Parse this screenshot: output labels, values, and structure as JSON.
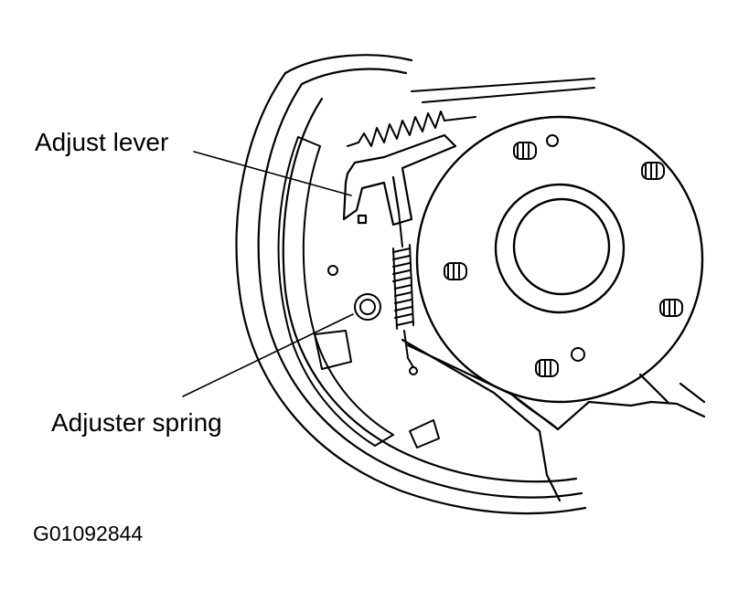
{
  "callouts": {
    "adjust_lever": "Adjust lever",
    "adjuster_spring": "Adjuster spring"
  },
  "figure_id": "G01092844",
  "colors": {
    "ink": "#000000",
    "paper": "#ffffff"
  }
}
